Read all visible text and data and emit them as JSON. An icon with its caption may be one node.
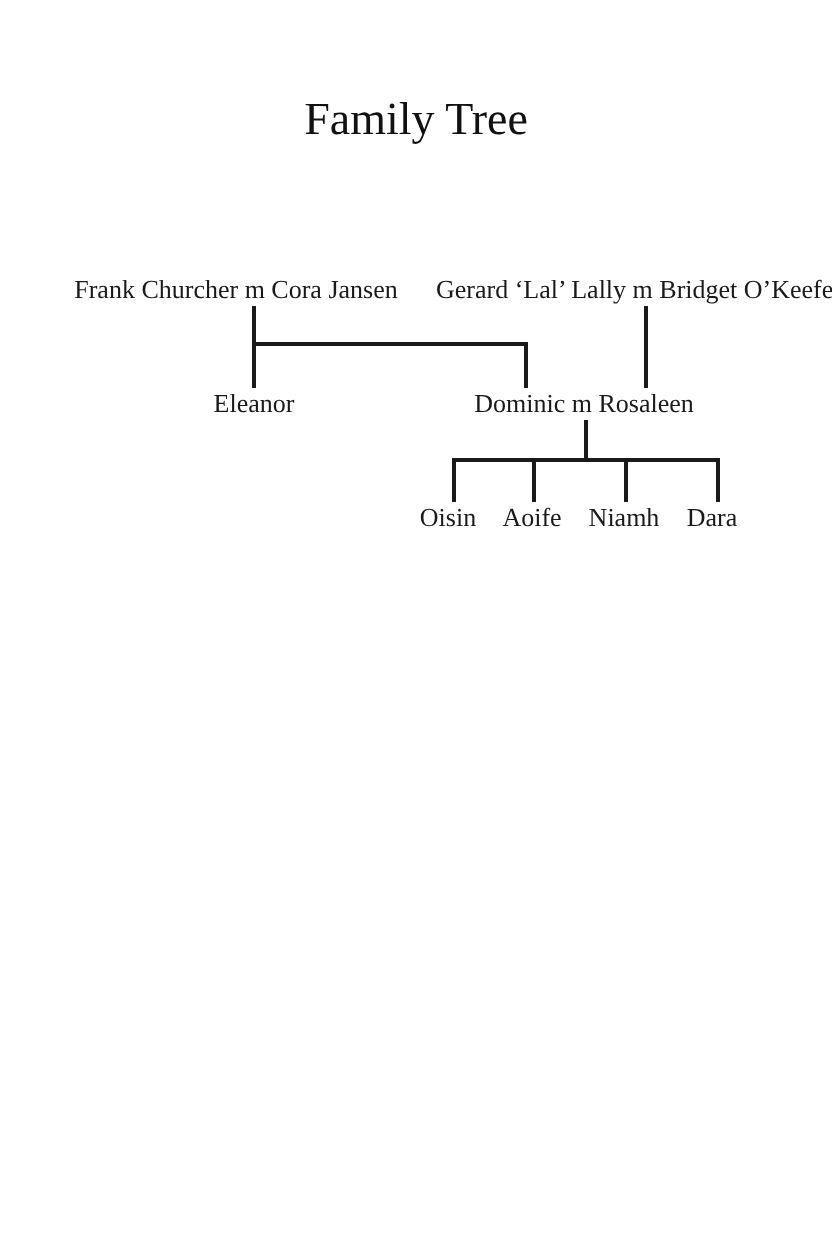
{
  "diagram": {
    "title": "Family Tree",
    "nodes": [
      {
        "text": [
          "Frank Churcher m Cora Jansen"
        ]
      },
      {
        "text": [
          "Gerard ‘Lal’ Lally m Bridget O’Keefe"
        ]
      },
      {
        "text": [
          "Eleanor"
        ]
      },
      {
        "text": [
          "Dominic m Rosaleen"
        ]
      },
      {
        "text": [
          "Oisin"
        ]
      },
      {
        "text": [
          "Aoife"
        ]
      },
      {
        "text": [
          "Niamh"
        ]
      },
      {
        "text": [
          "Dara"
        ]
      }
    ],
    "edges": [
      {
        "from": 0,
        "to": 2,
        "arrow": "none"
      },
      {
        "from": 0,
        "to": 3,
        "arrow": "none"
      },
      {
        "from": 1,
        "to": 3,
        "arrow": "none"
      },
      {
        "from": 3,
        "to": 4,
        "arrow": "none"
      },
      {
        "from": 3,
        "to": 5,
        "arrow": "none"
      },
      {
        "from": 3,
        "to": 6,
        "arrow": "none"
      },
      {
        "from": 3,
        "to": 7,
        "arrow": "none"
      }
    ]
  }
}
